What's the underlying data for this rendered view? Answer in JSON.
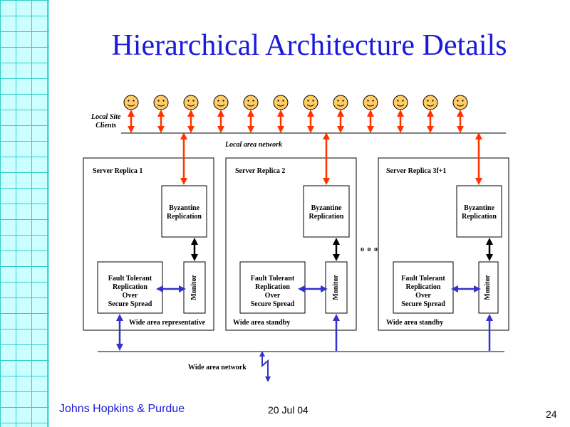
{
  "slide": {
    "title": "Hierarchical Architecture Details",
    "footer_left": "Johns Hopkins & Purdue",
    "footer_date": "20 Jul 04",
    "page_number": "24"
  },
  "diagram": {
    "local_site_clients_label": "Local Site\nClients",
    "local_area_network_label": "Local area network",
    "wide_area_network_label": "Wide area network",
    "ellipsis": "o o o",
    "client_count": 12,
    "replicas": [
      {
        "name": "Server Replica 1",
        "byzantine": "Byzantine\nReplication",
        "fault_tolerant": "Fault Tolerant\nReplication\nOver\nSecure Spread",
        "monitor": "Monitor",
        "role": "Wide area representative"
      },
      {
        "name": "Server Replica 2",
        "byzantine": "Byzantine\nReplication",
        "fault_tolerant": "Fault Tolerant\nReplication\nOver\nSecure Spread",
        "monitor": "Monitor",
        "role": "Wide area standby"
      },
      {
        "name": "Server Replica 3f+1",
        "byzantine": "Byzantine\nReplication",
        "fault_tolerant": "Fault Tolerant\nReplication\nOver\nSecure Spread",
        "monitor": "Monitor",
        "role": "Wide area standby"
      }
    ],
    "colors": {
      "title": "#1a1adb",
      "client_arrow": "#ff3300",
      "internal_arrow": "#000000",
      "wide_area_arrow": "#3333cc",
      "smiley_fill": "#ffcc66",
      "grid_bg": "#ccffff",
      "grid_line": "#33cccc"
    }
  }
}
